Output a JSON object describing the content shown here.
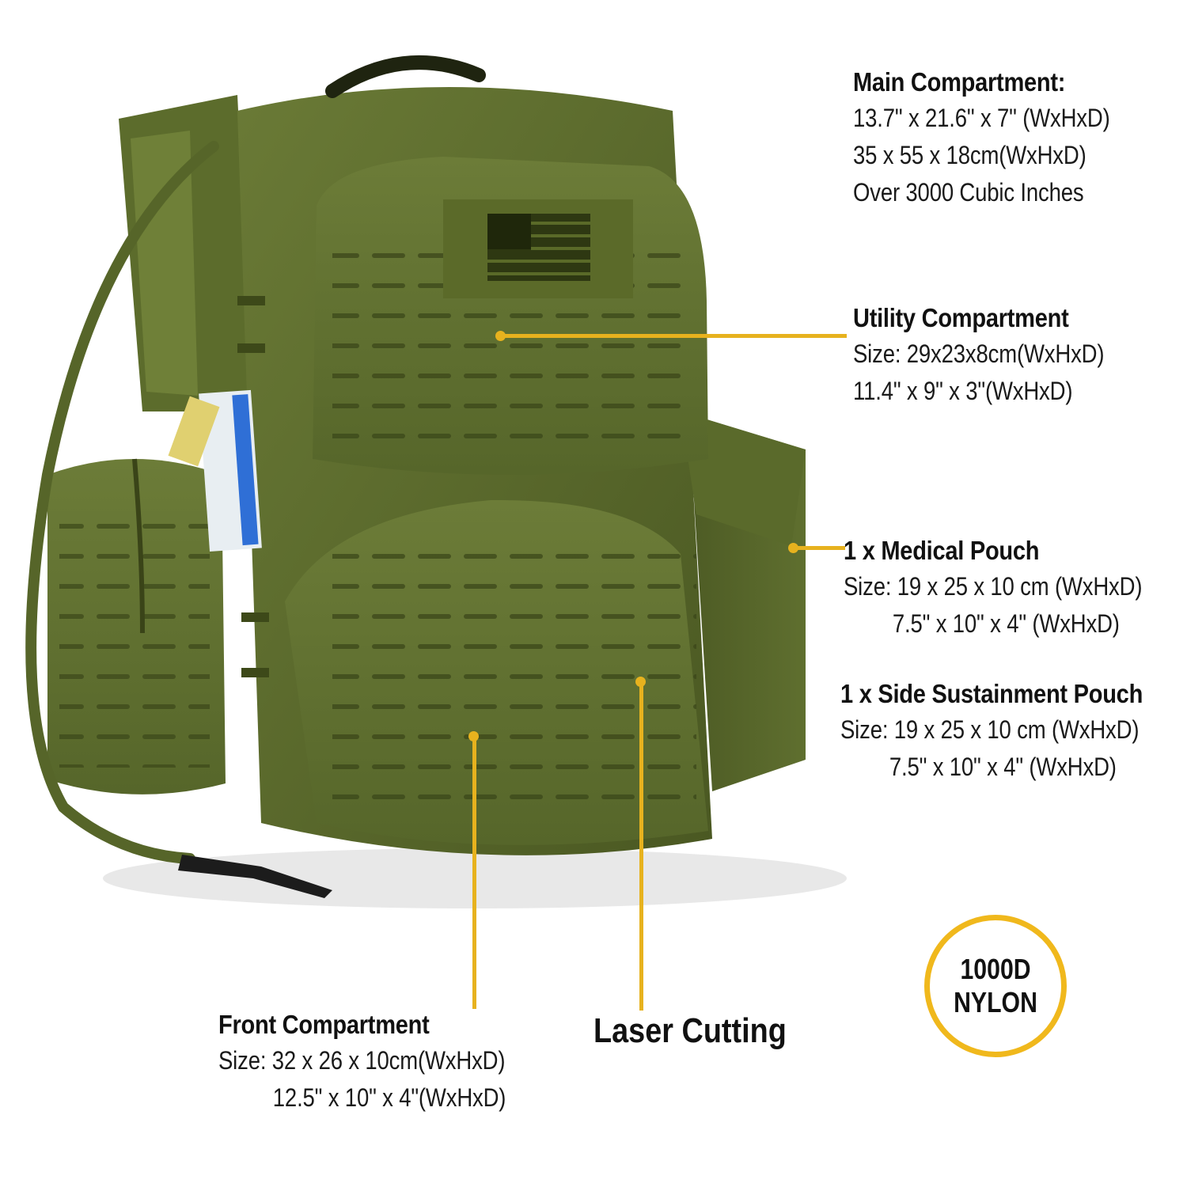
{
  "specs": {
    "main": {
      "title": "Main Compartment:",
      "lines": [
        "13.7\" x 21.6\" x 7\" (WxHxD)",
        "35 x 55 x 18cm(WxHxD)",
        "Over 3000 Cubic Inches"
      ]
    },
    "utility": {
      "title": "Utility Compartment",
      "lines": [
        "Size: 29x23x8cm(WxHxD)",
        "11.4\" x 9\" x 3\"(WxHxD)"
      ]
    },
    "medical": {
      "title": "1 x Medical Pouch",
      "lines": [
        "Size: 19 x 25 x 10 cm (WxHxD)",
        "7.5\" x 10\" x 4\" (WxHxD)"
      ]
    },
    "side": {
      "title": "1 x Side Sustainment Pouch",
      "lines": [
        "Size: 19 x 25 x 10 cm (WxHxD)",
        "7.5\" x 10\" x 4\" (WxHxD)"
      ]
    },
    "front": {
      "title": "Front Compartment",
      "lines": [
        "Size: 32 x 26 x 10cm(WxHxD)",
        "12.5\" x 10\" x 4\"(WxHxD)"
      ]
    },
    "laser": "Laser Cutting"
  },
  "badge": {
    "line1": "1000D",
    "line2": "NYLON"
  },
  "colors": {
    "accent": "#e7b21e",
    "pack_olive": "#5b6b2c",
    "text": "#111111"
  }
}
